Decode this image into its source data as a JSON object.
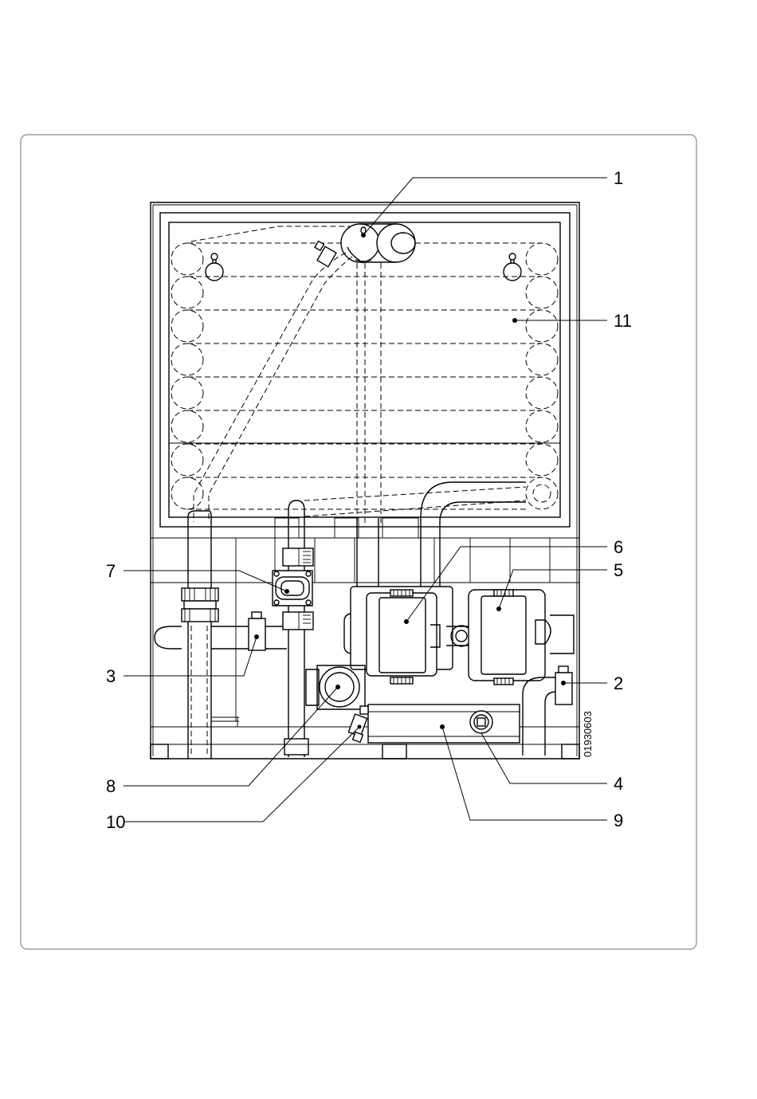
{
  "figure": {
    "drawing_code": "01930603",
    "callouts": [
      {
        "id": "callout-1",
        "label": "1"
      },
      {
        "id": "callout-2",
        "label": "2"
      },
      {
        "id": "callout-3",
        "label": "3"
      },
      {
        "id": "callout-4",
        "label": "4"
      },
      {
        "id": "callout-5",
        "label": "5"
      },
      {
        "id": "callout-6",
        "label": "6"
      },
      {
        "id": "callout-7",
        "label": "7"
      },
      {
        "id": "callout-8",
        "label": "8"
      },
      {
        "id": "callout-9",
        "label": "9"
      },
      {
        "id": "callout-10",
        "label": "10"
      },
      {
        "id": "callout-11",
        "label": "11"
      }
    ]
  }
}
